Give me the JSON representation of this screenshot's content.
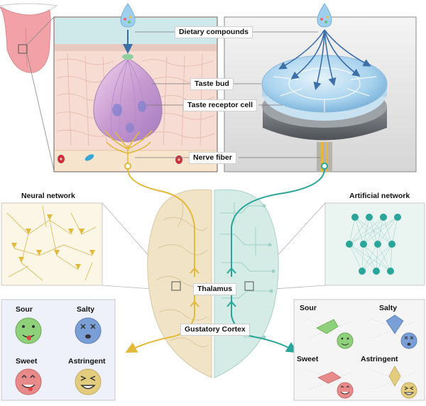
{
  "labels": {
    "dietary_compounds": "Dietary compounds",
    "taste_bud": "Taste bud",
    "taste_receptor_cell": "Taste receptor cell",
    "nerve_fiber": "Nerve fiber",
    "neural_network": "Neural network",
    "artificial_network": "Artificial network",
    "thalamus": "Thalamus",
    "gustatory_cortex": "Gustatory Cortex"
  },
  "tastes_left": [
    {
      "label": "Sour",
      "face": "sour-face",
      "color": "#8fd07a"
    },
    {
      "label": "Salty",
      "face": "salty-face",
      "color": "#7a9fd6"
    },
    {
      "label": "Sweet",
      "face": "sweet-face",
      "color": "#e88a8a"
    },
    {
      "label": "Astringent",
      "face": "astringent-face",
      "color": "#e3cc7d"
    }
  ],
  "tastes_right": [
    {
      "label": "Sour",
      "face": "sour-face",
      "color": "#8fd07a"
    },
    {
      "label": "Salty",
      "face": "salty-face",
      "color": "#7a9fd6"
    },
    {
      "label": "Sweet",
      "face": "sweet-face",
      "color": "#e88a8a"
    },
    {
      "label": "Astringent",
      "face": "astringent-face",
      "color": "#e3cc7d"
    }
  ],
  "colors": {
    "neural_path": "#e2b93b",
    "artificial_path": "#2aa59a",
    "tissue": "#f3d3c8",
    "brain_left": "#f1e4c6",
    "brain_right": "#d5ece6"
  }
}
